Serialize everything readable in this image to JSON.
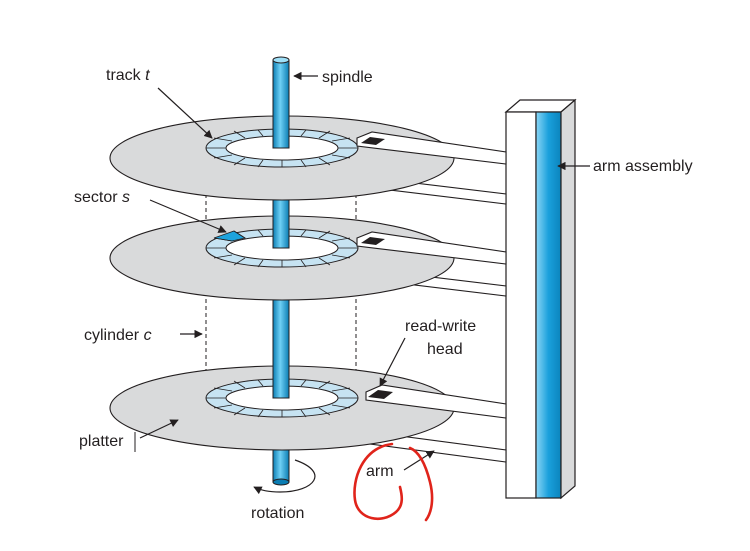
{
  "labels": {
    "track": "track",
    "track_var": "t",
    "spindle": "spindle",
    "arm_assembly": "arm assembly",
    "sector": "sector",
    "sector_var": "s",
    "cylinder": "cylinder",
    "cylinder_var": "c",
    "read_write_1": "read-write",
    "read_write_2": "head",
    "platter": "platter",
    "arm": "arm",
    "rotation": "rotation"
  },
  "colors": {
    "platter_fill": "#d9dadb",
    "track_fill": "#c6e3f2",
    "spindle_fill": "#1ea3dc",
    "highlight_sector": "#1ea3dc",
    "annotation_red": "#e0241b",
    "arm_fill": "#ffffff",
    "head_fill": "#231f20"
  },
  "annotation": "hand-drawn red circle around arm label"
}
